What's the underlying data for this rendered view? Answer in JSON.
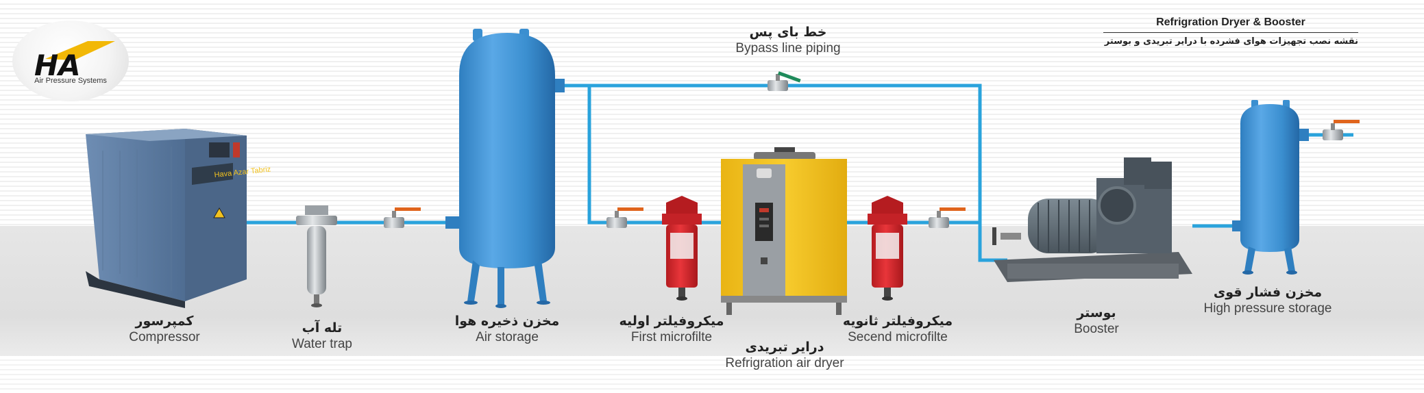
{
  "title": {
    "en": "Refrigration Dryer & Booster",
    "fa": "نقشه نصب تجهیزات هوای فشرده با درایر تبریدی و بوستر"
  },
  "logo": {
    "mark": "HA",
    "tagline": "Air Pressure Systems"
  },
  "components": [
    {
      "id": "compressor",
      "fa": "کمپرسور",
      "en": "Compressor",
      "brand": "Hava Azar Tabriz"
    },
    {
      "id": "water-trap",
      "fa": "تله آب",
      "en": "Water trap"
    },
    {
      "id": "air-storage",
      "fa": "مخزن ذخیره هوا",
      "en": "Air storage"
    },
    {
      "id": "first-microfilter",
      "fa": "میکروفیلتر اولیه",
      "en": "First microfilte"
    },
    {
      "id": "refrigeration-dryer",
      "fa": "درایر تبریدی",
      "en": "Refrigration air dryer"
    },
    {
      "id": "second-microfilter",
      "fa": "میکروفیلتر ثانویه",
      "en": "Secend microfilte"
    },
    {
      "id": "booster",
      "fa": "بوستر",
      "en": "Booster"
    },
    {
      "id": "high-pressure-storage",
      "fa": "مخزن فشار قوی",
      "en": "High pressure storage"
    }
  ],
  "bypass": {
    "fa": "خط بای پس",
    "en": "Bypass line piping"
  },
  "colors": {
    "pipe": "#2aa3dc",
    "tank": "#3b8fd0",
    "compressor": "#5f7fa6",
    "dryer": "#f2c21f",
    "filter": "#d8262b",
    "valve_handle": "#e0641c",
    "bypass_valve_handle": "#1e8a5a",
    "logo_accent": "#f2b807"
  }
}
